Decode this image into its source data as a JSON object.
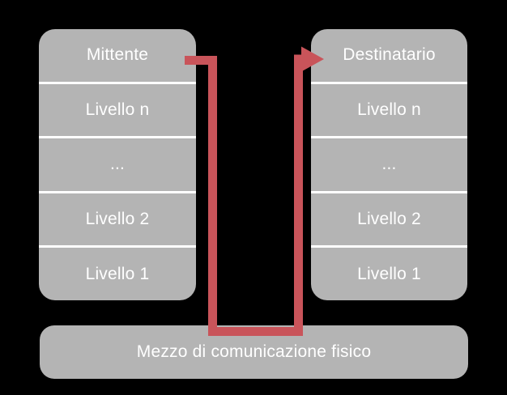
{
  "colors": {
    "background": "#000000",
    "box": "#B4B4B4",
    "divider": "#FFFFFF",
    "text": "#FFFFFF",
    "arrow": "#C9545A"
  },
  "sender_stack": {
    "title": "Mittente",
    "layers": [
      "Livello n",
      "...",
      "Livello 2",
      "Livello 1"
    ]
  },
  "receiver_stack": {
    "title": "Destinatario",
    "layers": [
      "Livello n",
      "...",
      "Livello 2",
      "Livello 1"
    ]
  },
  "medium_bar": {
    "label": "Mezzo di comunicazione fisico"
  }
}
